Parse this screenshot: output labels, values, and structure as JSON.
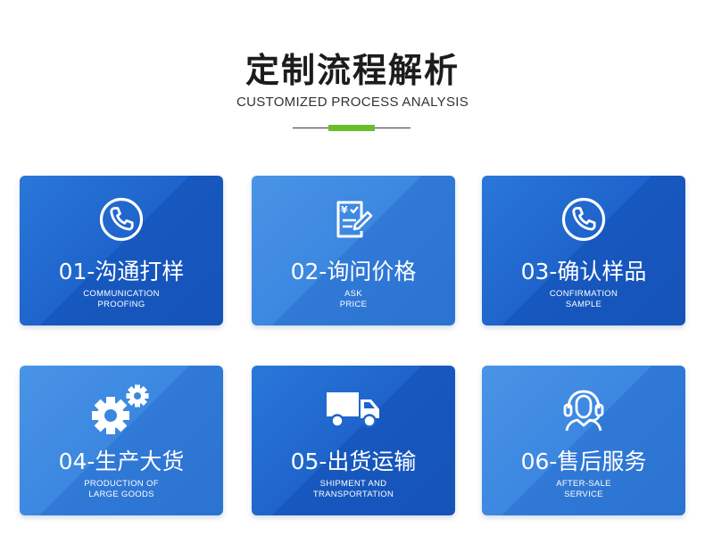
{
  "header": {
    "title": "定制流程解析",
    "subtitle": "CUSTOMIZED PROCESS ANALYSIS"
  },
  "colors": {
    "accent_green": "#6abd2b",
    "card_blue_dark": "#1e64cc",
    "card_blue_light": "#3c87e0"
  },
  "steps": [
    {
      "label": "01-沟通打样",
      "en_line1": "COMMUNICATION",
      "en_line2": "PROOFING",
      "icon": "phone-icon"
    },
    {
      "label": "02-询问价格",
      "en_line1": "ASK",
      "en_line2": "PRICE",
      "icon": "price-document-icon"
    },
    {
      "label": "03-确认样品",
      "en_line1": "CONFIRMATION",
      "en_line2": "SAMPLE",
      "icon": "phone-icon"
    },
    {
      "label": "04-生产大货",
      "en_line1": "PRODUCTION OF",
      "en_line2": "LARGE GOODS",
      "icon": "gears-icon"
    },
    {
      "label": "05-出货运输",
      "en_line1": "SHIPMENT AND",
      "en_line2": "TRANSPORTATION",
      "icon": "truck-icon"
    },
    {
      "label": "06-售后服务",
      "en_line1": "AFTER-SALE",
      "en_line2": "SERVICE",
      "icon": "customer-service-headset-icon"
    }
  ]
}
